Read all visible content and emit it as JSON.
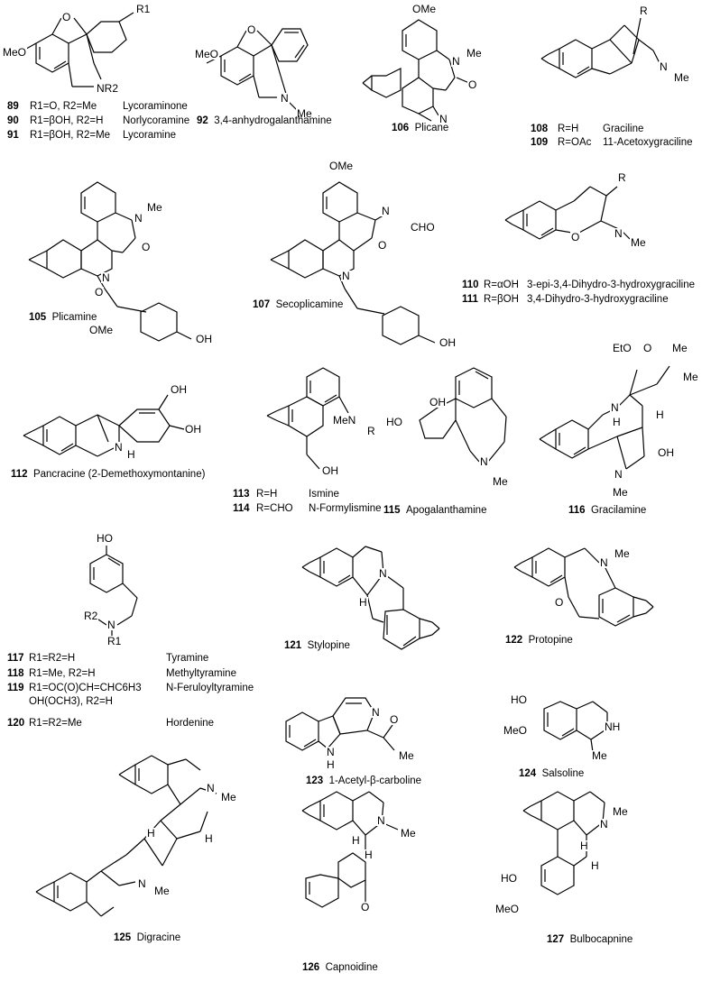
{
  "compounds": {
    "c89_91": {
      "atoms": {
        "r1": "R1",
        "ome": "MeO",
        "o": "O",
        "nr2": "NR2"
      },
      "rows": [
        {
          "num": "89",
          "subst": "R1=O, R2=Me",
          "name": "Lycoraminone"
        },
        {
          "num": "90",
          "subst": "R1=βOH, R2=H",
          "name": "Norlycoramine"
        },
        {
          "num": "91",
          "subst": "R1=βOH, R2=Me",
          "name": "Lycoramine"
        }
      ]
    },
    "c92": {
      "num": "92",
      "name": "3,4-anhydrogalanthamine",
      "atoms": {
        "ome": "MeO",
        "o": "O",
        "n": "N",
        "me": "Me"
      }
    },
    "c106": {
      "num": "106",
      "name": "Plicane",
      "atoms": {
        "ome": "OMe",
        "n": "N",
        "me": "Me",
        "o": "O",
        "n2": "N"
      }
    },
    "c108_109": {
      "atoms": {
        "r": "R",
        "n": "N",
        "me": "Me"
      },
      "rows": [
        {
          "num": "108",
          "subst": "R=H",
          "name": "Graciline"
        },
        {
          "num": "109",
          "subst": "R=OAc",
          "name": "11-Acetoxygraciline"
        }
      ]
    },
    "c105": {
      "num": "105",
      "name": "Plicamine",
      "atoms": {
        "ome": "OMe",
        "n": "N",
        "me": "Me",
        "o": "O",
        "n2": "N",
        "o2": "O",
        "oh": "OH"
      }
    },
    "c107": {
      "num": "107",
      "name": "Secoplicamine",
      "atoms": {
        "ome": "OMe",
        "n": "N",
        "cho": "CHO",
        "o": "O",
        "n2": "N",
        "oh": "OH"
      }
    },
    "c110_111": {
      "atoms": {
        "r": "R",
        "n": "N",
        "me": "Me",
        "o": "O"
      },
      "rows": [
        {
          "num": "110",
          "subst": "R=αOH",
          "name": "3-epi-3,4-Dihydro-3-hydroxygraciline"
        },
        {
          "num": "111",
          "subst": "R=βOH",
          "name": "3,4-Dihydro-3-hydroxygraciline"
        }
      ]
    },
    "c112": {
      "num": "112",
      "name": "Pancracine (2-Demethoxymontanine)",
      "atoms": {
        "oh1": "OH",
        "oh2": "OH",
        "n": "N",
        "h": "H"
      }
    },
    "c113_114": {
      "atoms": {
        "men": "MeN",
        "r": "R",
        "oh": "OH"
      },
      "rows": [
        {
          "num": "113",
          "subst": "R=H",
          "name": "Ismine"
        },
        {
          "num": "114",
          "subst": "R=CHO",
          "name": "N-Formylismine"
        }
      ]
    },
    "c115": {
      "num": "115",
      "name": "Apogalanthamine",
      "atoms": {
        "ho": "HO",
        "oh": "OH",
        "n": "N",
        "me": "Me"
      }
    },
    "c116": {
      "num": "116",
      "name": "Gracilamine",
      "atoms": {
        "eto": "EtO",
        "o": "O",
        "me": "Me",
        "me2": "Me",
        "n": "N",
        "h": "H",
        "h2": "H",
        "oh": "OH",
        "n2": "N",
        "me3": "Me"
      }
    },
    "c117_120": {
      "atoms": {
        "ho": "HO",
        "r2": "R2",
        "n": "N",
        "r1": "R1"
      },
      "rows": [
        {
          "num": "117",
          "subst": "R1=R2=H",
          "name": "Tyramine"
        },
        {
          "num": "118",
          "subst": "R1=Me, R2=H",
          "name": "Methyltyramine"
        },
        {
          "num": "119",
          "subst": "R1=OC(O)CH=CHC6H3",
          "subst2": "OH(OCH3), R2=H",
          "name": "N-Feruloyltyramine"
        },
        {
          "num": "120",
          "subst": "R1=R2=Me",
          "name": "Hordenine"
        }
      ]
    },
    "c121": {
      "num": "121",
      "name": "Stylopine",
      "atoms": {
        "n": "N",
        "h": "H"
      }
    },
    "c122": {
      "num": "122",
      "name": "Protopine",
      "atoms": {
        "n": "N",
        "me": "Me",
        "o": "O"
      }
    },
    "c123": {
      "num": "123",
      "name": "1-Acetyl-β-carboline",
      "atoms": {
        "n": "N",
        "nh": "N",
        "h": "H",
        "o": "O",
        "me": "Me"
      }
    },
    "c124": {
      "num": "124",
      "name": "Salsoline",
      "atoms": {
        "ho": "HO",
        "meo": "MeO",
        "nh": "NH",
        "me": "Me"
      }
    },
    "c125": {
      "num": "125",
      "name": "Digracine",
      "atoms": {
        "n": "N",
        "me": "Me",
        "h1": "H",
        "h2": "H",
        "n2": "N",
        "me2": "Me"
      }
    },
    "c126": {
      "num": "126",
      "name": "Capnoidine",
      "atoms": {
        "n": "N",
        "me": "Me",
        "h1": "H",
        "h2": "H",
        "o": "O"
      }
    },
    "c127": {
      "num": "127",
      "name": "Bulbocapnine",
      "atoms": {
        "n": "N",
        "me": "Me",
        "h1": "H",
        "h2": "H",
        "ho": "HO",
        "meo": "MeO"
      }
    }
  }
}
